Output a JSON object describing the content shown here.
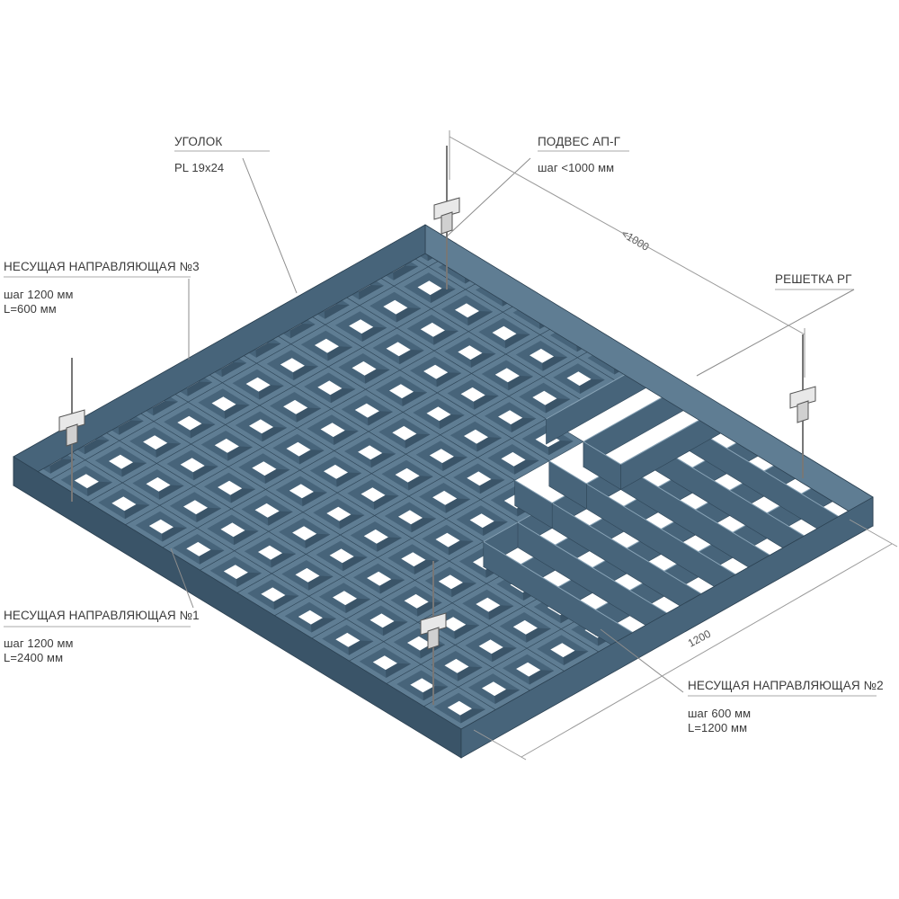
{
  "labels": {
    "corner": {
      "title": "УГОЛОК",
      "spec": "PL 19x24"
    },
    "hanger": {
      "title": "ПОДВЕС АП-Г",
      "spec": "шаг <1000 мм"
    },
    "rail3": {
      "title": "НЕСУЩАЯ НАПРАВЛЯЮЩАЯ №3",
      "line1": "шаг 1200 мм",
      "line2": "L=600 мм"
    },
    "grid": {
      "title": "РЕШЕТКА РГ"
    },
    "rail1": {
      "title": "НЕСУЩАЯ НАПРАВЛЯЮЩАЯ №1",
      "line1": "шаг 1200 мм",
      "line2": "L=2400 мм"
    },
    "rail2": {
      "title": "НЕСУЩАЯ НАПРАВЛЯЮЩАЯ №2",
      "line1": "шаг 600 мм",
      "line2": "L=1200 мм"
    }
  },
  "dimensions": {
    "top": "<1000",
    "right": "1200"
  },
  "colors": {
    "top_face": "#5f7d93",
    "side_face": "#47647a",
    "dark_face": "#3a5468",
    "hole": "#ffffff",
    "leader": "#8c8c8c",
    "dim_line": "#9a9a9a"
  },
  "icons": [
    "hanger-icon"
  ]
}
